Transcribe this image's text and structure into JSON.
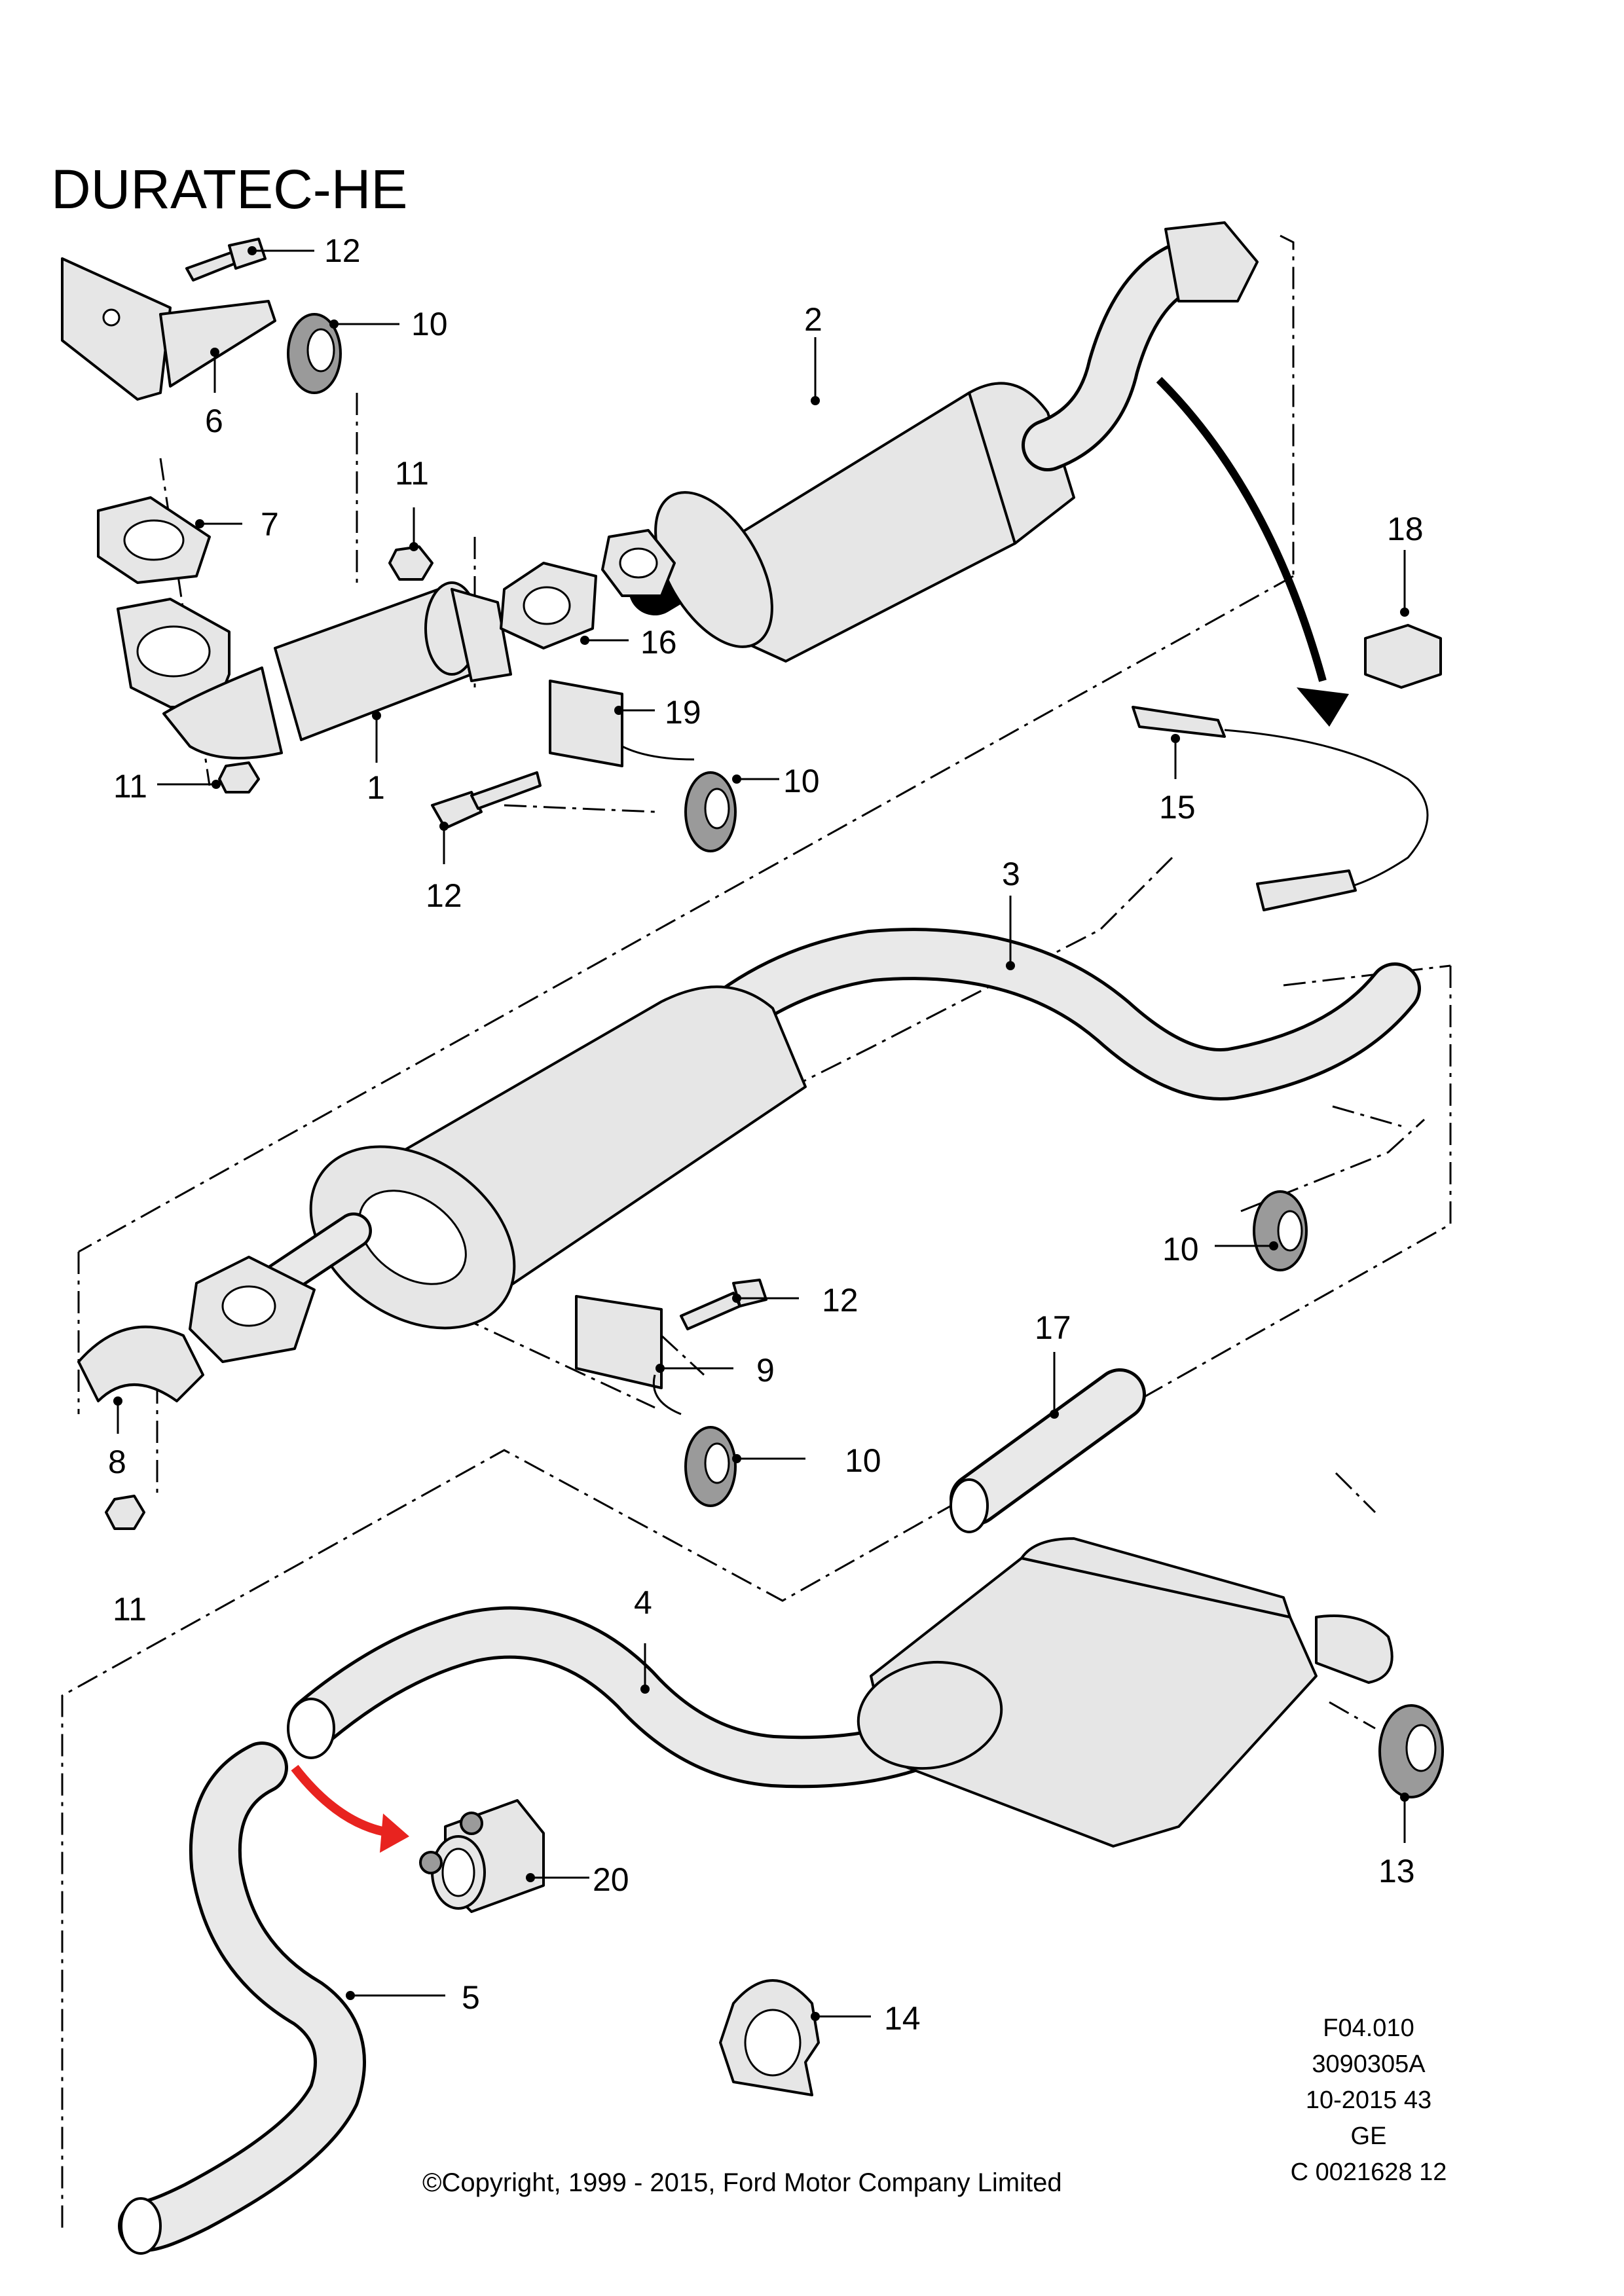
{
  "title": "DURATEC-HE",
  "callouts": {
    "c1": "1",
    "c2": "2",
    "c3": "3",
    "c4": "4",
    "c5": "5",
    "c6": "6",
    "c7": "7",
    "c8": "8",
    "c9": "9",
    "c10a": "10",
    "c10b": "10",
    "c10c": "10",
    "c10d": "10",
    "c11a": "11",
    "c11b": "11",
    "c11c": "11",
    "c12a": "12",
    "c12b": "12",
    "c12c": "12",
    "c13": "13",
    "c14": "14",
    "c15": "15",
    "c16": "16",
    "c17": "17",
    "c18": "18",
    "c19": "19",
    "c20": "20"
  },
  "reference": {
    "line1": "F04.010",
    "line2": "3090305A",
    "line3": "10-2015 43",
    "line4": "GE",
    "line5": "C 0021628 12"
  },
  "copyright": "©Copyright, 1999 - 2015, Ford Motor Company Limited",
  "colors": {
    "line": "#000000",
    "part_fill": "#e6e6e6",
    "arrow_red": "#e8231f",
    "background": "#ffffff"
  }
}
